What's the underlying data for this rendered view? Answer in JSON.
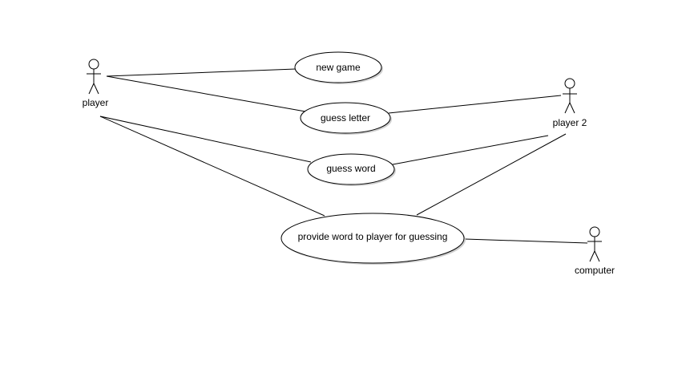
{
  "diagram": {
    "type": "use-case",
    "actors": [
      {
        "id": "player",
        "label": "player"
      },
      {
        "id": "player2",
        "label": "player 2"
      },
      {
        "id": "computer",
        "label": "computer"
      }
    ],
    "use_cases": [
      {
        "id": "new-game",
        "label": "new game"
      },
      {
        "id": "guess-letter",
        "label": "guess letter"
      },
      {
        "id": "guess-word",
        "label": "guess word"
      },
      {
        "id": "provide-word",
        "label": "provide word to player for guessing"
      }
    ],
    "associations": [
      {
        "from": "player",
        "to": "new-game"
      },
      {
        "from": "player",
        "to": "guess-letter"
      },
      {
        "from": "player",
        "to": "guess-word"
      },
      {
        "from": "player",
        "to": "provide-word"
      },
      {
        "from": "player2",
        "to": "guess-letter"
      },
      {
        "from": "player2",
        "to": "guess-word"
      },
      {
        "from": "player2",
        "to": "provide-word"
      },
      {
        "from": "computer",
        "to": "provide-word"
      }
    ],
    "colors": {
      "line": "#000000",
      "fill": "#ffffff",
      "shadow": "#cfcfcf",
      "background": "#ffffff"
    }
  }
}
